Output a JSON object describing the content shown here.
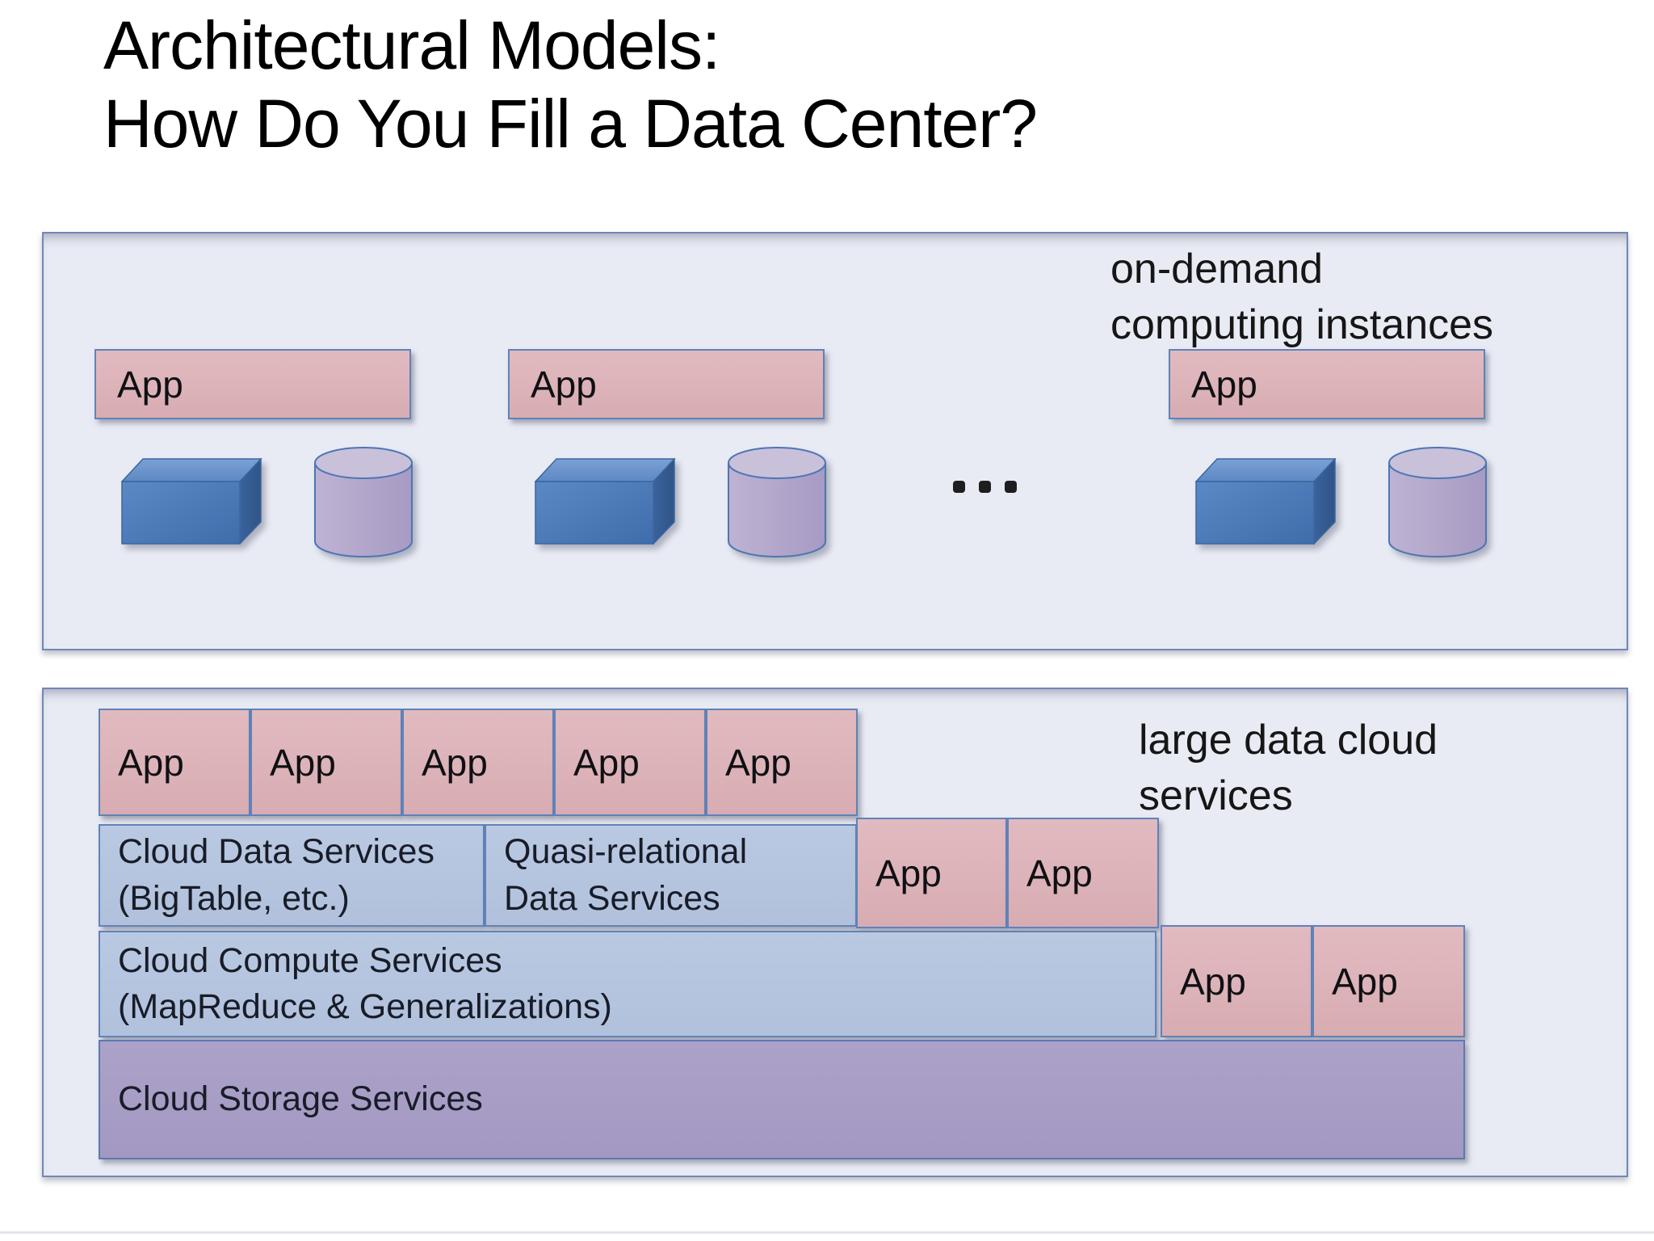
{
  "title": {
    "line1": "Architectural Models:",
    "line2": "How Do You Fill a Data Center?"
  },
  "top_panel": {
    "annotation": {
      "line1": "on-demand",
      "line2": "computing instances"
    },
    "ellipsis": "...",
    "groups": [
      {
        "app_label": "App",
        "icons": [
          "server-cube-icon",
          "storage-cylinder-icon"
        ]
      },
      {
        "app_label": "App",
        "icons": [
          "server-cube-icon",
          "storage-cylinder-icon"
        ]
      },
      {
        "app_label": "App",
        "icons": [
          "server-cube-icon",
          "storage-cylinder-icon"
        ]
      }
    ]
  },
  "bottom_panel": {
    "annotation": {
      "line1": "large data cloud",
      "line2": "services"
    },
    "top_apps": [
      "App",
      "App",
      "App",
      "App",
      "App"
    ],
    "layer2": {
      "cloud_data": {
        "line1": "Cloud Data Services",
        "line2": "(BigTable, etc.)"
      },
      "quasi": {
        "line1": "Quasi-relational",
        "line2": "Data Services"
      },
      "apps": [
        "App",
        "App"
      ]
    },
    "layer3": {
      "compute": {
        "line1": "Cloud Compute Services",
        "line2": "(MapReduce & Generalizations)"
      },
      "apps": [
        "App",
        "App"
      ]
    },
    "storage_label": "Cloud Storage Services"
  },
  "colors": {
    "panel_bg": "#e9ebf4",
    "panel_border": "#7188b8",
    "app_fill": "#dcb3b8",
    "app_fill_light": "#e1bac0",
    "app_border": "#5f83b9",
    "layer_fill": "#bac9e2",
    "layer_fill_dark": "#b1c1dc",
    "storage_fill": "#a298c1",
    "storage_fill_light": "#aca2c9",
    "storage_border": "#5d79b0",
    "cube_front": "#4a7ab8",
    "cube_top": "#6f97cf",
    "cube_side": "#38619b",
    "cylinder_body": "#b2a5c9",
    "cylinder_top": "#c9c0da",
    "cylinder_border": "#4d76b3",
    "text_dark": "#141821",
    "dots": "#1e1e1e"
  }
}
